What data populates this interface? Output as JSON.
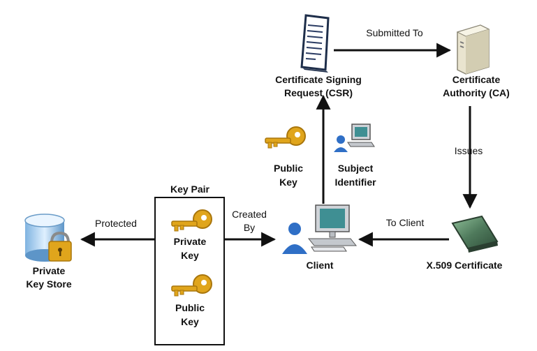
{
  "nodes": {
    "csr": {
      "line1": "Certificate Signing",
      "line2": "Request (CSR)"
    },
    "ca": {
      "line1": "Certificate",
      "line2": "Authority (CA)"
    },
    "subject": {
      "line1": "Subject",
      "line2": "Identifier"
    },
    "public_key_top": {
      "line1": "Public",
      "line2": "Key"
    },
    "key_pair": {
      "title": "Key Pair",
      "private": {
        "line1": "Private",
        "line2": "Key"
      },
      "public": {
        "line1": "Public",
        "line2": "Key"
      }
    },
    "store": {
      "line1": "Private",
      "line2": "Key Store"
    },
    "client": {
      "label": "Client"
    },
    "certificate": {
      "label": "X.509 Certificate"
    }
  },
  "edges": {
    "submitted_to": "Submitted To",
    "issues": "Issues",
    "to_client": "To Client",
    "created_by": {
      "line1": "Created",
      "line2": "By"
    },
    "protected": "Protected"
  },
  "colors": {
    "key_gold": "#e0a51c",
    "key_shadow": "#a9760c",
    "monitor_body": "#cfd3d8",
    "screen_teal": "#3f8f93",
    "person_blue": "#2f6fc6",
    "cert_green": "#4f7a5c",
    "arrow": "#111111"
  },
  "icons": [
    "document-icon",
    "server-icon",
    "key-icon",
    "computer-user-icon",
    "database-lock-icon",
    "certificate-icon"
  ]
}
